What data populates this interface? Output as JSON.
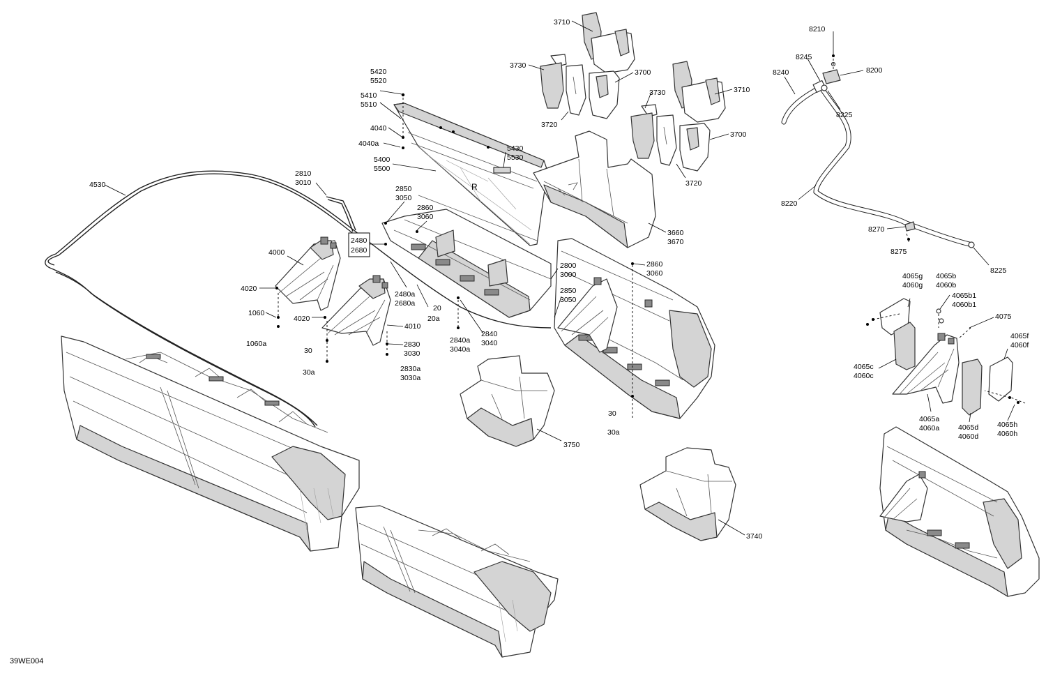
{
  "figure_code": "39WE004",
  "labels": {
    "l3710a": "3710",
    "l3730a": "3730",
    "l3700a": "3700",
    "l3720a": "3720",
    "l3730b": "3730",
    "l3710b": "3710",
    "l3700b": "3700",
    "l3720b": "3720",
    "l3660": "3660",
    "l3670": "3670",
    "l8210": "8210",
    "l8245": "8245",
    "l8200": "8200",
    "l8240": "8240",
    "l8225a": "8225",
    "l8220": "8220",
    "l8270": "8270",
    "l8275": "8275",
    "l8225b": "8225",
    "l5420": "5420",
    "l5520": "5520",
    "l5410": "5410",
    "l5510": "5510",
    "l4040": "4040",
    "l4040a": "4040a",
    "l5430": "5430",
    "l5530": "5530",
    "l5400": "5400",
    "l5500": "5500",
    "l2810": "2810",
    "l3010": "3010",
    "l4530": "4530",
    "l2850a": "2850",
    "l3050a": "3050",
    "l2860a": "2860",
    "l3060a": "3060",
    "l2480": "2480",
    "l2680": "2680",
    "l4000": "4000",
    "l4020a": "4020",
    "l1060": "1060",
    "l1060a": "1060a",
    "l2480a": "2480a",
    "l2680a": "2680a",
    "l20": "20",
    "l20a": "20a",
    "l4020b": "4020",
    "l4010": "4010",
    "l2840": "2840",
    "l3040": "3040",
    "l30a": "30",
    "l30aa": "30a",
    "l2830": "2830",
    "l3030": "3030",
    "l2840a": "2840a",
    "l3040a": "3040a",
    "l2830a": "2830a",
    "l3030a": "3030a",
    "l2800": "2800",
    "l3000": "3000",
    "l2850b": "2850",
    "l3050b": "3050",
    "l2860b": "2860",
    "l3060b": "3060",
    "l30b": "30",
    "l30ba": "30a",
    "l3750": "3750",
    "l3740": "3740",
    "l4065g": "4065g",
    "l4060g": "4060g",
    "l4065b": "4065b",
    "l4060b": "4060b",
    "l4065b1": "4065b1",
    "l4060b1": "4060b1",
    "l4075": "4075",
    "l4065f": "4065f",
    "l4060f": "4060f",
    "l4065c": "4065c",
    "l4060c": "4060c",
    "l4065a": "4065a",
    "l4060a": "4060a",
    "l4065d": "4065d",
    "l4060d": "4060d",
    "l4065h": "4065h",
    "l4060h": "4060h"
  }
}
